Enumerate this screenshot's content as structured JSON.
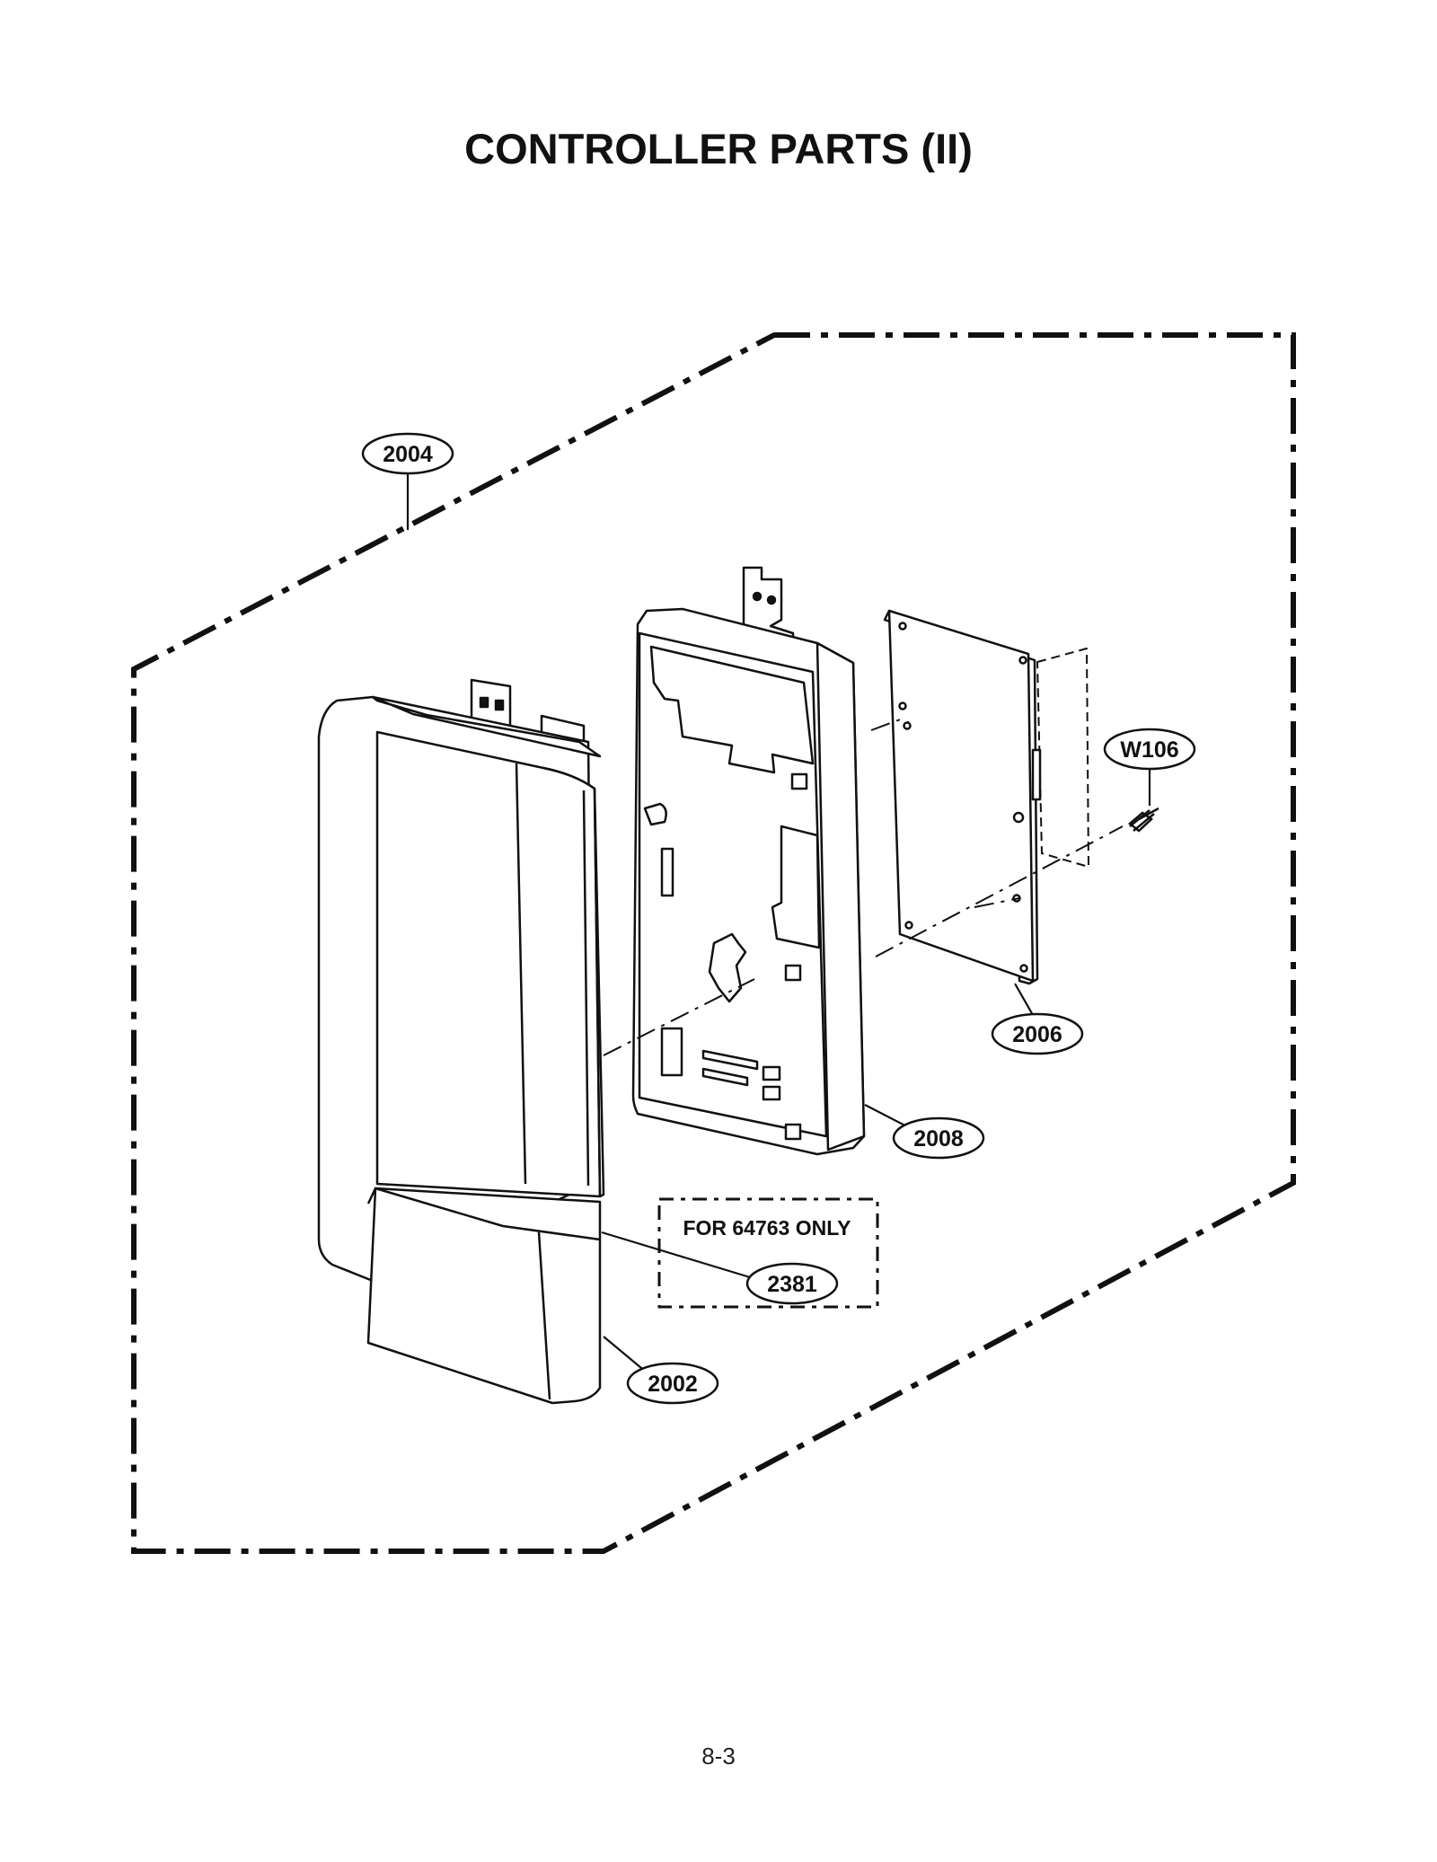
{
  "title": "CONTROLLER PARTS (II)",
  "page_number": "8-3",
  "callouts": [
    {
      "id": "2004",
      "label": "2004"
    },
    {
      "id": "W106",
      "label": "W106"
    },
    {
      "id": "2006",
      "label": "2006"
    },
    {
      "id": "2008",
      "label": "2008"
    },
    {
      "id": "2381",
      "label": "2381"
    },
    {
      "id": "2002",
      "label": "2002"
    }
  ],
  "note": {
    "text": "FOR 64763 ONLY"
  }
}
